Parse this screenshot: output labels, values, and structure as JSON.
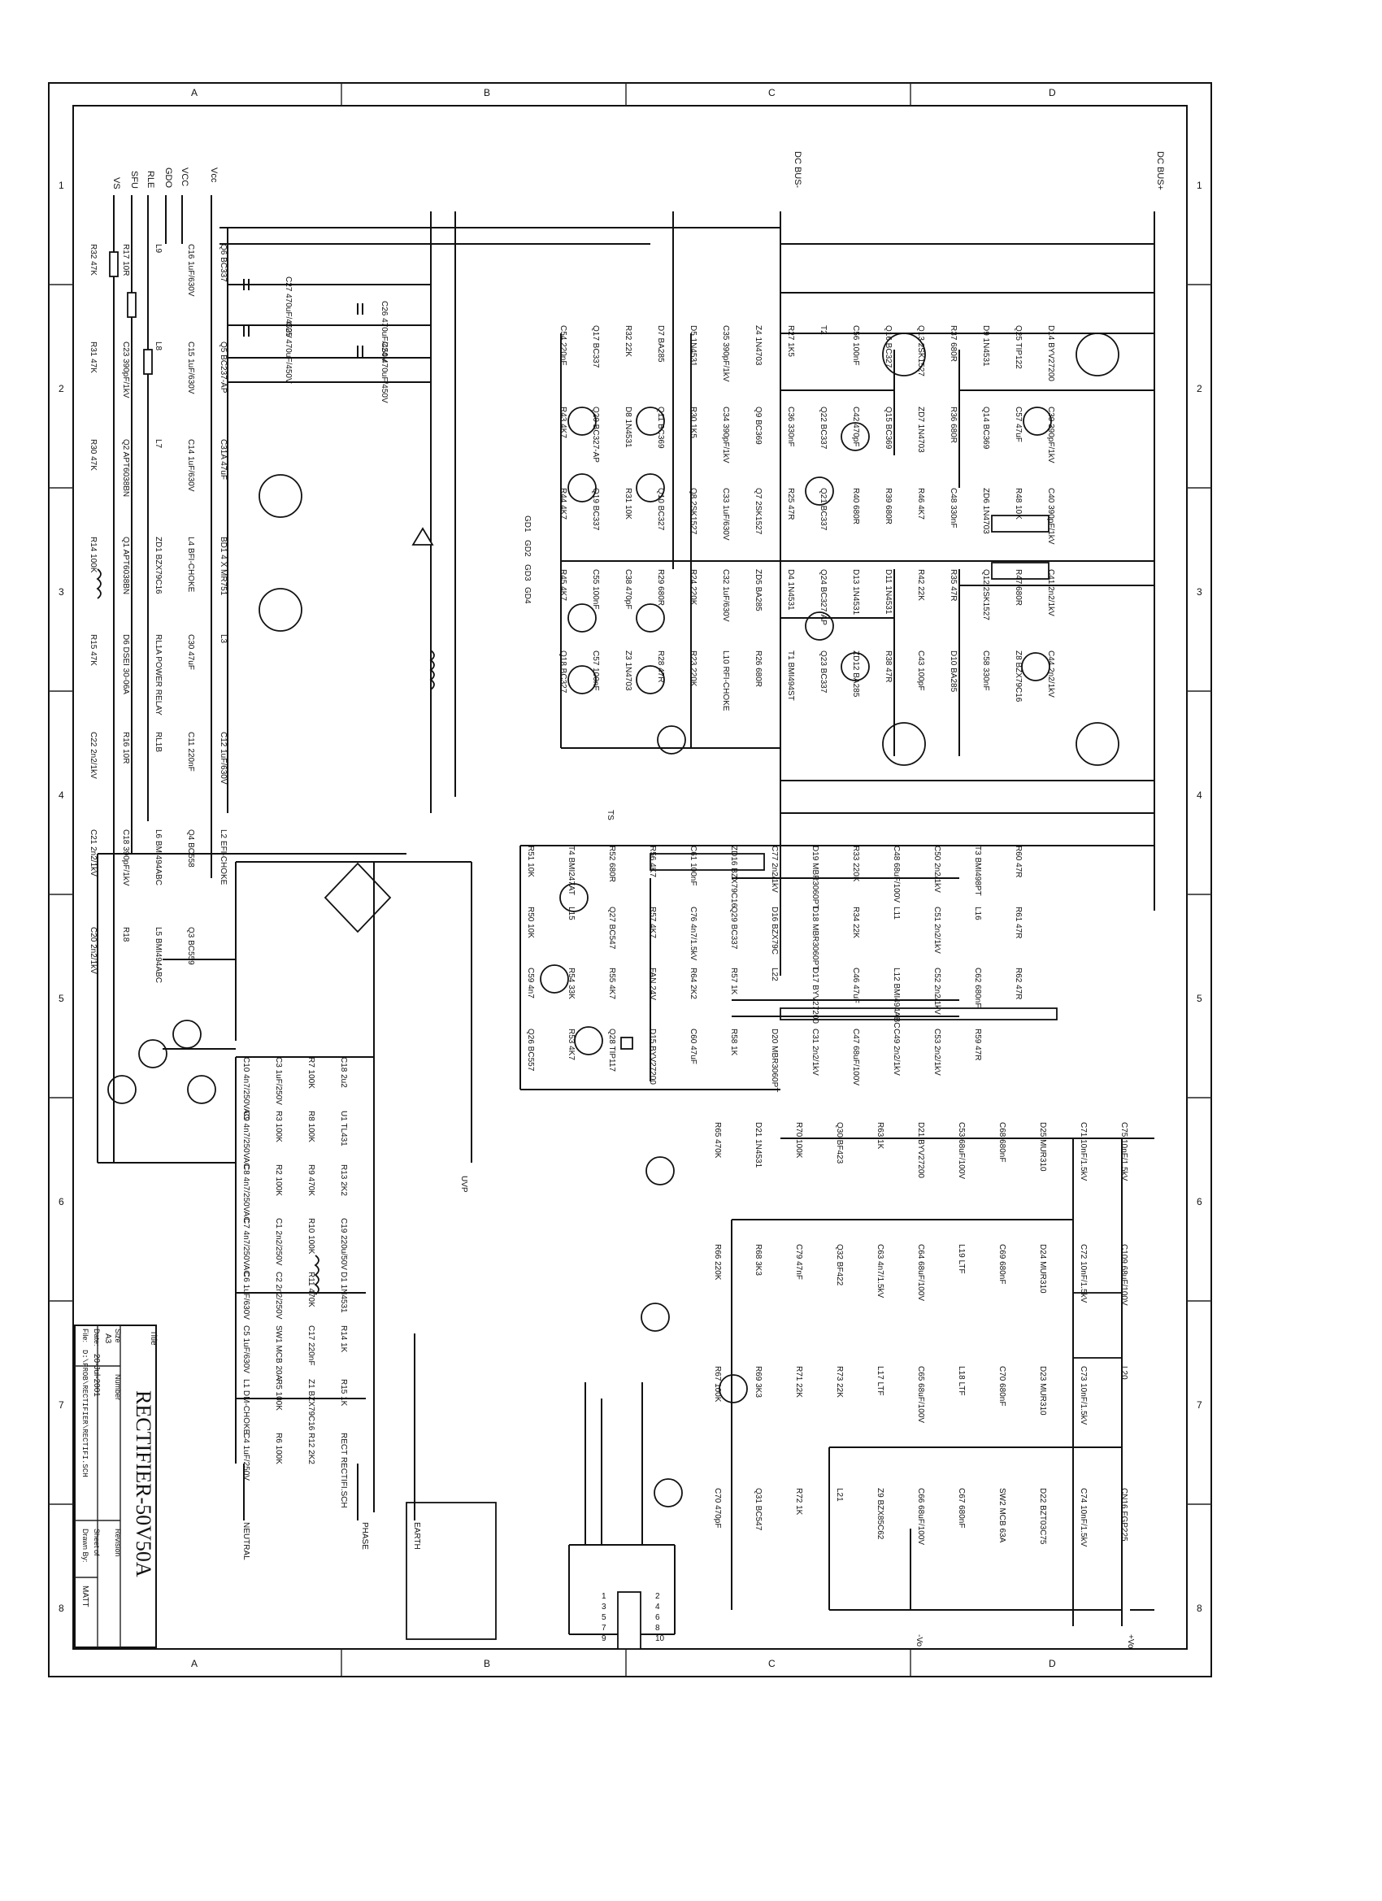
{
  "title_block": {
    "title_label": "Title",
    "title": "RECTIFIER-50V50A",
    "size_label": "Size",
    "size": "A3",
    "number_label": "Number",
    "revision_label": "Revision",
    "date_label": "Date:",
    "date": "20-Jul-2001",
    "sheet_label": "Sheet   of",
    "file_label": "File:",
    "file": "D:\\FROB\\RECTIFIER\\RECTIFI.SCH",
    "drawn_label": "Drawn By:",
    "drawn_by": "MATT"
  },
  "frame": {
    "cols": [
      "A",
      "B",
      "C",
      "D"
    ],
    "rows": [
      "1",
      "2",
      "3",
      "4",
      "5",
      "6",
      "7",
      "8"
    ]
  },
  "nets": {
    "left": [
      "VS",
      "SFU",
      "RLE",
      "GDO",
      "VCC",
      "Vcc"
    ],
    "dc_bus_minus": "DC BUS-",
    "dc_bus_plus": "DC BUS+",
    "gd_pins": [
      "GD1",
      "GD2",
      "GD3",
      "GD4"
    ],
    "ts": "TS",
    "uvp": "UVP",
    "earth": "EARTH",
    "phase": "PHASE",
    "neutral": "NEUTRAL",
    "vo_minus": "-Vo",
    "vo_plus": "+Vo"
  },
  "bulk_caps": [
    {
      "ref": "C27",
      "value": "470uF/450V"
    },
    {
      "ref": "C26",
      "value": "470uF/450V"
    },
    {
      "ref": "C25",
      "value": "470uF/450V"
    },
    {
      "ref": "C24",
      "value": "470uF/450V"
    }
  ],
  "left_column": [
    {
      "ref": "R32",
      "value": "47K"
    },
    {
      "ref": "R31",
      "value": "47K"
    },
    {
      "ref": "R30",
      "value": "47K"
    },
    {
      "ref": "R14",
      "value": "100K"
    },
    {
      "ref": "R15",
      "value": "47K"
    },
    {
      "ref": "C22",
      "value": "2n2/1kV"
    },
    {
      "ref": "C21",
      "value": "2n2/1kV"
    },
    {
      "ref": "C20",
      "value": "2n2/1kV"
    },
    {
      "ref": "R17",
      "value": "10R"
    },
    {
      "ref": "C23",
      "value": "390pF/1kV"
    },
    {
      "ref": "Q2",
      "value": "APT6038BN"
    },
    {
      "ref": "Q1",
      "value": "APT6038BN"
    },
    {
      "ref": "D6",
      "value": "DSEI 30-06A"
    },
    {
      "ref": "R16",
      "value": "10R"
    },
    {
      "ref": "C18",
      "value": "390pF/1kV"
    },
    {
      "ref": "R18",
      "value": ""
    },
    {
      "ref": "L9",
      "value": ""
    },
    {
      "ref": "L8",
      "value": ""
    },
    {
      "ref": "L7",
      "value": ""
    },
    {
      "ref": "ZD1",
      "value": "BZX79C16"
    },
    {
      "ref": "RL1A",
      "value": "POWER RELAY"
    },
    {
      "ref": "RL1B",
      "value": ""
    },
    {
      "ref": "L6",
      "value": "BMI494ABC"
    },
    {
      "ref": "L5",
      "value": "BMI494ABC"
    },
    {
      "ref": "C16",
      "value": "1uF/630V"
    },
    {
      "ref": "C15",
      "value": "1uF/630V"
    },
    {
      "ref": "C14",
      "value": "1uF/630V"
    },
    {
      "ref": "L4",
      "value": "BFI-CHOKE"
    },
    {
      "ref": "C30",
      "value": "47uF"
    },
    {
      "ref": "C11",
      "value": "220nF"
    },
    {
      "ref": "Q4",
      "value": "BC558"
    },
    {
      "ref": "Q3",
      "value": "BC559"
    },
    {
      "ref": "Q6",
      "value": "BC337"
    },
    {
      "ref": "Q5",
      "value": "BC237-AP"
    },
    {
      "ref": "C31A",
      "value": "47uF"
    },
    {
      "ref": "BD1",
      "value": "4 X MR751"
    },
    {
      "ref": "L3",
      "value": ""
    },
    {
      "ref": "C12",
      "value": "1uF/630V"
    },
    {
      "ref": "L2",
      "value": "EFI-CHOKE"
    }
  ],
  "front_end": [
    {
      "ref": "C10",
      "value": "4n7/250VAC"
    },
    {
      "ref": "C9",
      "value": "4n7/250VAC"
    },
    {
      "ref": "C8",
      "value": "4n7/250VAC"
    },
    {
      "ref": "C7",
      "value": "4n7/250VAC"
    },
    {
      "ref": "C6",
      "value": "1uF/630V"
    },
    {
      "ref": "C5",
      "value": "1uF/630V"
    },
    {
      "ref": "L1",
      "value": "DM-CHOKE"
    },
    {
      "ref": "C4",
      "value": "1uF/250V"
    },
    {
      "ref": "C3",
      "value": "1uF/250V"
    },
    {
      "ref": "R3",
      "value": "100K"
    },
    {
      "ref": "R2",
      "value": "100K"
    },
    {
      "ref": "C1",
      "value": "2n2/250V"
    },
    {
      "ref": "C2",
      "value": "2n2/250V"
    },
    {
      "ref": "SW1",
      "value": "MCB 20A"
    },
    {
      "ref": "R5",
      "value": "100K"
    },
    {
      "ref": "R6",
      "value": "100K"
    },
    {
      "ref": "R7",
      "value": "100K"
    },
    {
      "ref": "R8",
      "value": "100K"
    },
    {
      "ref": "R9",
      "value": "470K"
    },
    {
      "ref": "R10",
      "value": "100K"
    },
    {
      "ref": "R11",
      "value": "470K"
    },
    {
      "ref": "C17",
      "value": "220nF"
    },
    {
      "ref": "Z1",
      "value": "BZX79C16"
    },
    {
      "ref": "R12",
      "value": "2K2"
    },
    {
      "ref": "C18",
      "value": "2u2"
    },
    {
      "ref": "U1",
      "value": "TL431"
    },
    {
      "ref": "R13",
      "value": "2K2"
    },
    {
      "ref": "C19",
      "value": "220u/50V"
    },
    {
      "ref": "D1",
      "value": "1N4531"
    },
    {
      "ref": "R14",
      "value": "1K"
    },
    {
      "ref": "R15",
      "value": "1K"
    },
    {
      "ref": "RECT",
      "value": "RECTIFI.SCH"
    }
  ],
  "driver_section": [
    {
      "ref": "C54",
      "value": "220nF"
    },
    {
      "ref": "R43",
      "value": "4K7"
    },
    {
      "ref": "R44",
      "value": "4K7"
    },
    {
      "ref": "R45",
      "value": "4K7"
    },
    {
      "ref": "Q18",
      "value": "BC327"
    },
    {
      "ref": "Q17",
      "value": "BC337"
    },
    {
      "ref": "Q20",
      "value": "BC327-AP"
    },
    {
      "ref": "Q19",
      "value": "BC337"
    },
    {
      "ref": "C55",
      "value": "100nF"
    },
    {
      "ref": "C57",
      "value": "100nF"
    },
    {
      "ref": "R32",
      "value": "22K"
    },
    {
      "ref": "D8",
      "value": "1N4531"
    },
    {
      "ref": "R31",
      "value": "10K"
    },
    {
      "ref": "C38",
      "value": "470pF"
    },
    {
      "ref": "Z3",
      "value": "1N4703"
    },
    {
      "ref": "D7",
      "value": "BA285"
    },
    {
      "ref": "Q11",
      "value": "BC369"
    },
    {
      "ref": "Q10",
      "value": "BC327"
    },
    {
      "ref": "R29",
      "value": "680R"
    },
    {
      "ref": "R28",
      "value": "47R"
    },
    {
      "ref": "D5",
      "value": "1N4531"
    },
    {
      "ref": "R30",
      "value": "1K5"
    },
    {
      "ref": "Q8",
      "value": "2SK1527"
    },
    {
      "ref": "R24",
      "value": "220K"
    },
    {
      "ref": "R23",
      "value": "220K"
    },
    {
      "ref": "C35",
      "value": "390pF/1kV"
    },
    {
      "ref": "C34",
      "value": "390pF/1kV"
    },
    {
      "ref": "C33",
      "value": "1uF/630V"
    },
    {
      "ref": "C32",
      "value": "1uF/630V"
    },
    {
      "ref": "L10",
      "value": "RFI-CHOKE"
    },
    {
      "ref": "Z4",
      "value": "1N4703"
    },
    {
      "ref": "Q9",
      "value": "BC369"
    },
    {
      "ref": "Q7",
      "value": "2SK1527"
    },
    {
      "ref": "ZD5",
      "value": "BA285"
    },
    {
      "ref": "R26",
      "value": "680R"
    },
    {
      "ref": "R27",
      "value": "1K5"
    },
    {
      "ref": "C36",
      "value": "330nF"
    },
    {
      "ref": "R25",
      "value": "47R"
    },
    {
      "ref": "D4",
      "value": "1N4531"
    },
    {
      "ref": "T1",
      "value": "BMI494ST"
    },
    {
      "ref": "T2",
      "value": ""
    },
    {
      "ref": "Q22",
      "value": "BC337"
    },
    {
      "ref": "Q21",
      "value": "BC337"
    },
    {
      "ref": "Q24",
      "value": "BC327-AP"
    },
    {
      "ref": "Q23",
      "value": "BC337"
    },
    {
      "ref": "C56",
      "value": "100nF"
    },
    {
      "ref": "C42",
      "value": "470pF"
    },
    {
      "ref": "R40",
      "value": "680R"
    },
    {
      "ref": "D13",
      "value": "1N4531"
    },
    {
      "ref": "ZD12",
      "value": "BA285"
    },
    {
      "ref": "Q16",
      "value": "BC327"
    },
    {
      "ref": "Q15",
      "value": "BC369"
    },
    {
      "ref": "R39",
      "value": "680R"
    },
    {
      "ref": "D11",
      "value": "1N4531"
    },
    {
      "ref": "R38",
      "value": "47R"
    },
    {
      "ref": "Q13",
      "value": "2SK1527"
    },
    {
      "ref": "ZD7",
      "value": "1N4703"
    },
    {
      "ref": "R46",
      "value": "4K7"
    },
    {
      "ref": "R42",
      "value": "22K"
    },
    {
      "ref": "C43",
      "value": "100pF"
    },
    {
      "ref": "R37",
      "value": "680R"
    },
    {
      "ref": "R36",
      "value": "680R"
    },
    {
      "ref": "C48",
      "value": "330nF"
    },
    {
      "ref": "R35",
      "value": "47R"
    },
    {
      "ref": "D10",
      "value": "BA285"
    },
    {
      "ref": "D9",
      "value": "1N4531"
    },
    {
      "ref": "Q14",
      "value": "BC369"
    },
    {
      "ref": "ZD6",
      "value": "1N4703"
    },
    {
      "ref": "Q12",
      "value": "2SK1527"
    },
    {
      "ref": "C58",
      "value": "330nF"
    },
    {
      "ref": "Q25",
      "value": "TIP122"
    },
    {
      "ref": "C57",
      "value": "47uF"
    },
    {
      "ref": "R48",
      "value": "10K"
    },
    {
      "ref": "R47",
      "value": "680R"
    },
    {
      "ref": "Z8",
      "value": "BZX79C16"
    },
    {
      "ref": "D14",
      "value": "BYV27200"
    },
    {
      "ref": "C39",
      "value": "390pF/1kV"
    },
    {
      "ref": "C40",
      "value": "390pF/1kV"
    },
    {
      "ref": "C41",
      "value": "2n2/1kV"
    },
    {
      "ref": "C44",
      "value": "2n2/1kV"
    }
  ],
  "aux_section": [
    {
      "ref": "R51",
      "value": "10K"
    },
    {
      "ref": "R50",
      "value": "10K"
    },
    {
      "ref": "C59",
      "value": "4n7"
    },
    {
      "ref": "Q26",
      "value": "BC557"
    },
    {
      "ref": "T4",
      "value": "BMI247AT"
    },
    {
      "ref": "L15",
      "value": ""
    },
    {
      "ref": "R54",
      "value": "33K"
    },
    {
      "ref": "R53",
      "value": "4K7"
    },
    {
      "ref": "R52",
      "value": "680R"
    },
    {
      "ref": "Q27",
      "value": "BC547"
    },
    {
      "ref": "R55",
      "value": "4K7"
    },
    {
      "ref": "Q28",
      "value": "TIP117"
    },
    {
      "ref": "R56",
      "value": "4K7"
    },
    {
      "ref": "R57",
      "value": "4K7"
    },
    {
      "ref": "FAN",
      "value": "24V"
    },
    {
      "ref": "D15",
      "value": "BYV27200"
    },
    {
      "ref": "C61",
      "value": "100nF"
    },
    {
      "ref": "C76",
      "value": "4n7/1.5kV"
    },
    {
      "ref": "R64",
      "value": "2K2"
    },
    {
      "ref": "C60",
      "value": "47uF"
    },
    {
      "ref": "ZD16",
      "value": "BZX79C16"
    },
    {
      "ref": "Q29",
      "value": "BC337"
    },
    {
      "ref": "R57",
      "value": "1K"
    },
    {
      "ref": "R58",
      "value": "1K"
    },
    {
      "ref": "C77",
      "value": "2n2/1kV"
    },
    {
      "ref": "D16",
      "value": "BZX79C"
    },
    {
      "ref": "L22",
      "value": ""
    },
    {
      "ref": "D20",
      "value": "MBR3060PT"
    },
    {
      "ref": "D19",
      "value": "MBR3060PT"
    },
    {
      "ref": "D18",
      "value": "MBR3060PT"
    },
    {
      "ref": "D17",
      "value": "BYV27200"
    },
    {
      "ref": "C31",
      "value": "2n2/1kV"
    },
    {
      "ref": "R33",
      "value": "220K"
    },
    {
      "ref": "R34",
      "value": "22K"
    },
    {
      "ref": "C46",
      "value": "47uF"
    },
    {
      "ref": "C47",
      "value": "68uF/100V"
    },
    {
      "ref": "C48",
      "value": "68uF/100V"
    },
    {
      "ref": "L11",
      "value": ""
    },
    {
      "ref": "L12",
      "value": "BMI494ABC"
    },
    {
      "ref": "C49",
      "value": "2n2/1kV"
    },
    {
      "ref": "C50",
      "value": "2n2/1kV"
    },
    {
      "ref": "C51",
      "value": "2n2/1kV"
    },
    {
      "ref": "C52",
      "value": "2n2/1kV"
    },
    {
      "ref": "C53",
      "value": "2n2/1kV"
    },
    {
      "ref": "T3",
      "value": "BMI498PT"
    },
    {
      "ref": "L16",
      "value": ""
    },
    {
      "ref": "C62",
      "value": "680nF"
    },
    {
      "ref": "R59",
      "value": "47R"
    },
    {
      "ref": "R60",
      "value": "47R"
    },
    {
      "ref": "R61",
      "value": "47R"
    },
    {
      "ref": "R62",
      "value": "47R"
    }
  ],
  "output_section": [
    {
      "ref": "R65",
      "value": "470K"
    },
    {
      "ref": "R66",
      "value": "220K"
    },
    {
      "ref": "R67",
      "value": "100K"
    },
    {
      "ref": "C70",
      "value": "470pF"
    },
    {
      "ref": "D21",
      "value": "1N4531"
    },
    {
      "ref": "R68",
      "value": "3K3"
    },
    {
      "ref": "R69",
      "value": "3K3"
    },
    {
      "ref": "Q31",
      "value": "BC547"
    },
    {
      "ref": "R70",
      "value": "100K"
    },
    {
      "ref": "C79",
      "value": "47nF"
    },
    {
      "ref": "R71",
      "value": "22K"
    },
    {
      "ref": "R72",
      "value": "1K"
    },
    {
      "ref": "Q30",
      "value": "BF423"
    },
    {
      "ref": "Q32",
      "value": "BF422"
    },
    {
      "ref": "R73",
      "value": "22K"
    },
    {
      "ref": "L21",
      "value": ""
    },
    {
      "ref": "R63",
      "value": "1K"
    },
    {
      "ref": "C63",
      "value": "4n7/1.5kV"
    },
    {
      "ref": "L17",
      "value": "LTF"
    },
    {
      "ref": "Z9",
      "value": "BZX85C62"
    },
    {
      "ref": "D21",
      "value": "BYV27200"
    },
    {
      "ref": "C64",
      "value": "68uF/100V"
    },
    {
      "ref": "C65",
      "value": "68uF/100V"
    },
    {
      "ref": "C66",
      "value": "68uF/100V"
    },
    {
      "ref": "C53",
      "value": "68uF/100V"
    },
    {
      "ref": "L19",
      "value": "LTF"
    },
    {
      "ref": "L18",
      "value": "LTF"
    },
    {
      "ref": "C67",
      "value": "680nF"
    },
    {
      "ref": "C68",
      "value": "680nF"
    },
    {
      "ref": "C69",
      "value": "680nF"
    },
    {
      "ref": "C70",
      "value": "680nF"
    },
    {
      "ref": "SW2",
      "value": "MCB 63A"
    },
    {
      "ref": "D25",
      "value": "MUR310"
    },
    {
      "ref": "D24",
      "value": "MUR310"
    },
    {
      "ref": "D23",
      "value": "MUR310"
    },
    {
      "ref": "D22",
      "value": "BZT03C75"
    },
    {
      "ref": "C71",
      "value": "10nF/1.5kV"
    },
    {
      "ref": "C72",
      "value": "10nF/1.5kV"
    },
    {
      "ref": "C73",
      "value": "10nF/1.5kV"
    },
    {
      "ref": "C74",
      "value": "10nF/1.5kV"
    },
    {
      "ref": "C75",
      "value": "10nF/1.5kV"
    },
    {
      "ref": "C109",
      "value": "68uF/100V"
    },
    {
      "ref": "L20",
      "value": ""
    },
    {
      "ref": "CN16",
      "value": "FGP225"
    }
  ],
  "connector": {
    "pins": [
      "1",
      "2",
      "3",
      "4",
      "5",
      "6",
      "7",
      "8",
      "9",
      "10"
    ]
  }
}
